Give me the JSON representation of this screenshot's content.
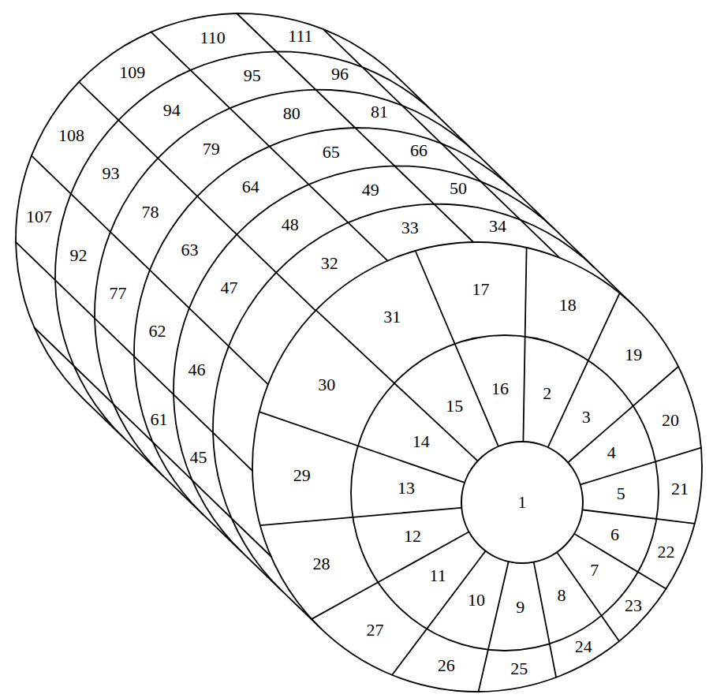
{
  "diagram": {
    "nodes": [
      {
        "text": [
          "1"
        ]
      }
    ],
    "labels": [
      "2",
      "3",
      "4",
      "5",
      "6",
      "7",
      "8",
      "9",
      "10",
      "11",
      "12",
      "13",
      "14",
      "15",
      "16",
      "17",
      "18",
      "19",
      "20",
      "21",
      "22",
      "23",
      "24",
      "25",
      "26",
      "27",
      "28",
      "29",
      "30",
      "31",
      "32",
      "33",
      "34",
      "45",
      "46",
      "47",
      "48",
      "49",
      "50",
      "61",
      "62",
      "63",
      "64",
      "65",
      "66",
      "77",
      "78",
      "79",
      "80",
      "81",
      "92",
      "93",
      "94",
      "95",
      "96",
      "107",
      "108",
      "109",
      "110",
      "111"
    ]
  }
}
